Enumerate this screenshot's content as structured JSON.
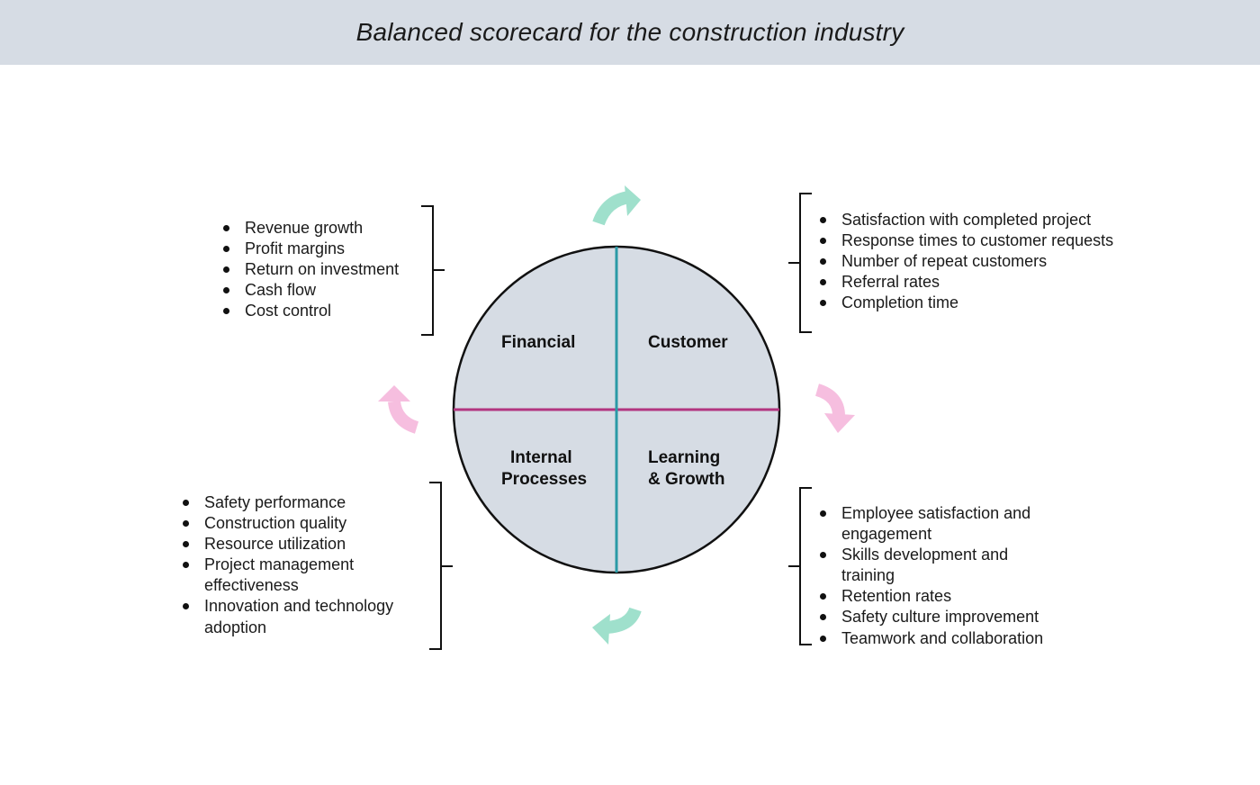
{
  "title": "Balanced scorecard for the construction industry",
  "quadrants": {
    "financial": "Financial",
    "customer": "Customer",
    "internal_line1": "Internal",
    "internal_line2": "Processes",
    "learning_line1": "Learning",
    "learning_line2": "& Growth"
  },
  "lists": {
    "financial": [
      "Revenue growth",
      "Profit margins",
      "Return on investment",
      "Cash flow",
      "Cost control"
    ],
    "customer": [
      "Satisfaction with completed project",
      "Response times to customer requests",
      "Number of repeat customers",
      "Referral rates",
      "Completion time"
    ],
    "internal": [
      "Safety performance",
      "Construction quality",
      "Resource utilization",
      "Project management effectiveness",
      "Innovation and technology adoption"
    ],
    "learning": [
      "Employee satisfaction and engagement",
      "Skills development and training",
      "Retention rates",
      "Safety culture improvement",
      "Teamwork and collaboration"
    ]
  },
  "colors": {
    "header_bg": "#d6dce4",
    "circle_fill": "#d6dce4",
    "vertical_divider": "#2a9aa6",
    "horizontal_divider": "#b2357f",
    "arrow_green": "#9fe0cc",
    "arrow_pink": "#f6bedf"
  }
}
